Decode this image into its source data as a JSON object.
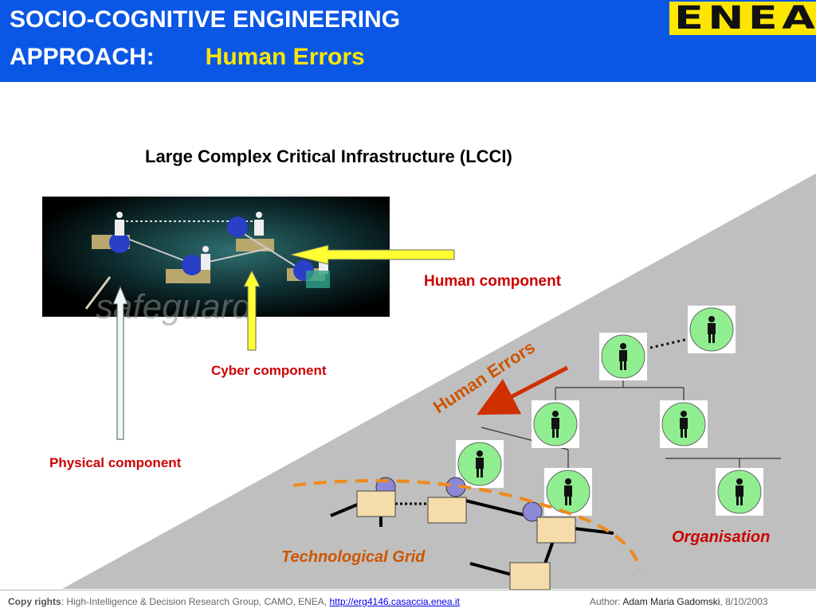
{
  "header": {
    "title_line1": "SOCIO-COGNITIVE ENGINEERING",
    "title_line2": "APPROACH:",
    "subtitle": "Human Errors",
    "logo_text": "ENEA"
  },
  "diagram": {
    "heading": "Large Complex Critical Infrastructure (LCCI)",
    "photo_watermark": "safeguard",
    "labels": {
      "human_component": "Human component",
      "cyber_prefix": "Cyber",
      "cyber_suffix": " component",
      "physical_component": "Physical component",
      "human_errors": "Human Errors",
      "organisation": "Organisation",
      "technological_grid": "Technological Grid"
    },
    "colors": {
      "header_blue": "#0a57e6",
      "title_yellow": "#ffe600",
      "label_red": "#cc0000",
      "accent_orange": "#cc5500",
      "grey_plane": "#bdbdbd",
      "person_green": "#90ee90"
    }
  },
  "footer": {
    "copyright_label": "Copy rights",
    "copyright_text": ": High-Intelligence & Decision Research Group, CAMO, ENEA, ",
    "link": "http://erg4146.casaccia.enea.it",
    "author_label": "Author: ",
    "author_name": "Adam Maria Gadomski",
    "date": ",  8/10/2003"
  }
}
